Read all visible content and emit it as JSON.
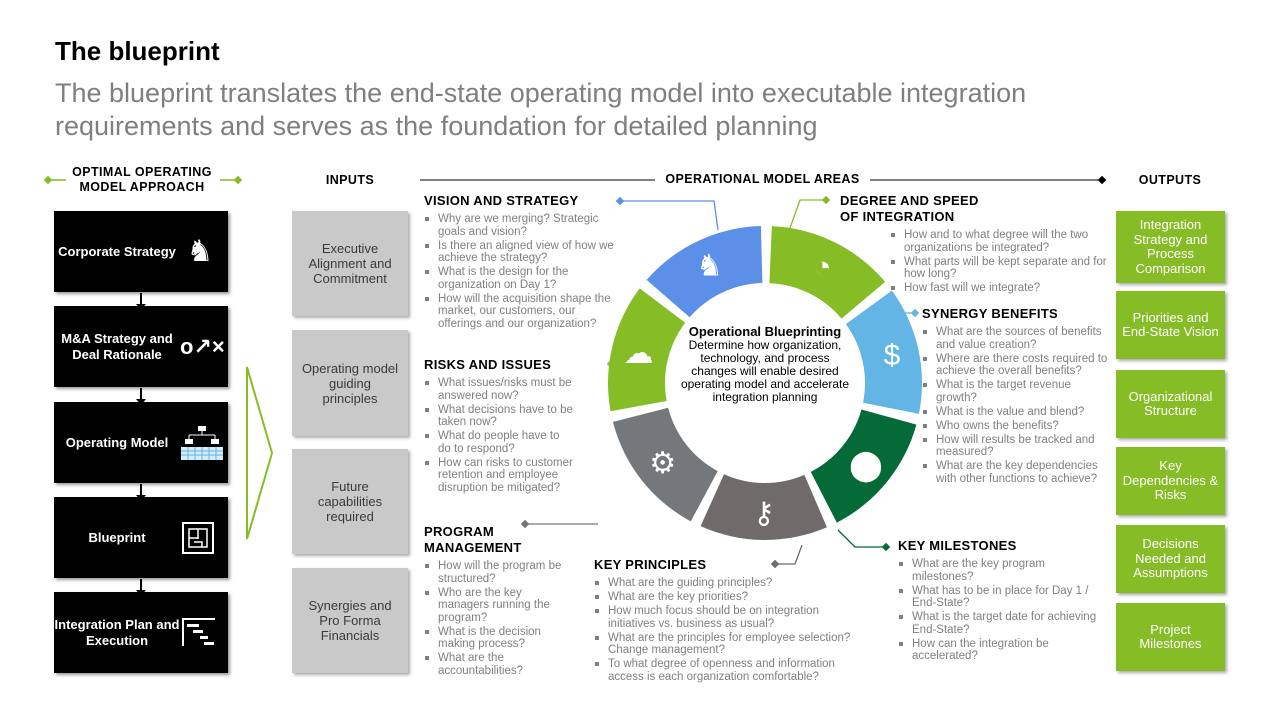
{
  "title": "The blueprint",
  "subtitle": "The blueprint translates the end-state operating model into executable integration requirements and serves as the foundation for detailed planning",
  "approach": {
    "header": "OPTIMAL OPERATING MODEL APPROACH",
    "steps": [
      {
        "label": "Corporate Strategy",
        "icon": "chess-knight-icon"
      },
      {
        "label": "M&A Strategy and Deal Rationale",
        "icon": "play-strategy-icon"
      },
      {
        "label": "Operating Model",
        "icon": "org-chart-icon"
      },
      {
        "label": "Blueprint",
        "icon": "blueprint-icon"
      },
      {
        "label": "Integration Plan and Execution",
        "icon": "gantt-icon"
      }
    ]
  },
  "inputs": {
    "header": "INPUTS",
    "items": [
      "Executive Alignment and Commitment",
      "Operating model guiding principles",
      "Future capabilities required",
      "Synergies and Pro Forma Financials"
    ]
  },
  "areas": {
    "header": "OPERATIONAL MODEL AREAS",
    "center_title": "Operational Blueprinting",
    "center_text": "Determine how organization, technology, and process changes will enable desired operating model and accelerate integration planning",
    "colors": {
      "blue": "#5b8fe8",
      "green": "#86bc25",
      "lightblue": "#62b5e5",
      "darkgreen": "#046a38",
      "gray1": "#75787b",
      "gray2": "#6f6b6b"
    },
    "sections": {
      "vision": {
        "title": "VISION AND STRATEGY",
        "items": [
          "Why are we merging? Strategic goals and vision?",
          "Is there an aligned view of how we achieve the strategy?",
          "What is the design for the organization on Day 1?",
          "How will the acquisition shape the market, our customers, our offerings and our organization?"
        ]
      },
      "risks": {
        "title": "RISKS AND ISSUES",
        "items": [
          "What issues/risks must be answered now?",
          "What decisions have to be taken now?",
          "What do people have to do to respond?",
          "How can risks to customer retention and employee disruption be mitigated?"
        ]
      },
      "program": {
        "title": "PROGRAM MANAGEMENT",
        "items": [
          "How will the program be structured?",
          "Who are the key managers running the program?",
          "What is the decision making process?",
          "What are the accountabilities?"
        ]
      },
      "principles": {
        "title": "KEY PRINCIPLES",
        "items": [
          "What are the guiding principles?",
          "What are the key priorities?",
          "How much focus should be on integration initiatives vs. business as usual?",
          "What are the principles for employee selection? Change management?",
          "To what degree of openness and information access is each organization comfortable?"
        ]
      },
      "degree": {
        "title": "DEGREE AND SPEED OF INTEGRATION",
        "items": [
          "How and to what degree will the two organizations be integrated?",
          "What parts will be kept separate and for how long?",
          "How fast will we integrate?"
        ]
      },
      "synergy": {
        "title": "SYNERGY BENEFITS",
        "items": [
          "What are the sources of benefits and value creation?",
          "Where are there costs required to achieve the overall benefits?",
          "What is the target revenue growth?",
          "What is the value and blend?",
          "Who owns the benefits?",
          "How will results be tracked and measured?",
          "What are the key dependencies with other functions to achieve?"
        ]
      },
      "milestones": {
        "title": "KEY MILESTONES",
        "items": [
          "What are the key program milestones?",
          "What has to be in place for Day 1 / End-State?",
          "What is the target date for achieving End-State?",
          "How can the integration be accelerated?"
        ]
      }
    }
  },
  "outputs": {
    "header": "OUTPUTS",
    "items": [
      "Integration Strategy and Process Comparison",
      "Priorities and End-State Vision",
      "Organizational Structure",
      "Key Dependencies & Risks",
      "Decisions Needed and Assumptions",
      "Project Milestones"
    ]
  }
}
